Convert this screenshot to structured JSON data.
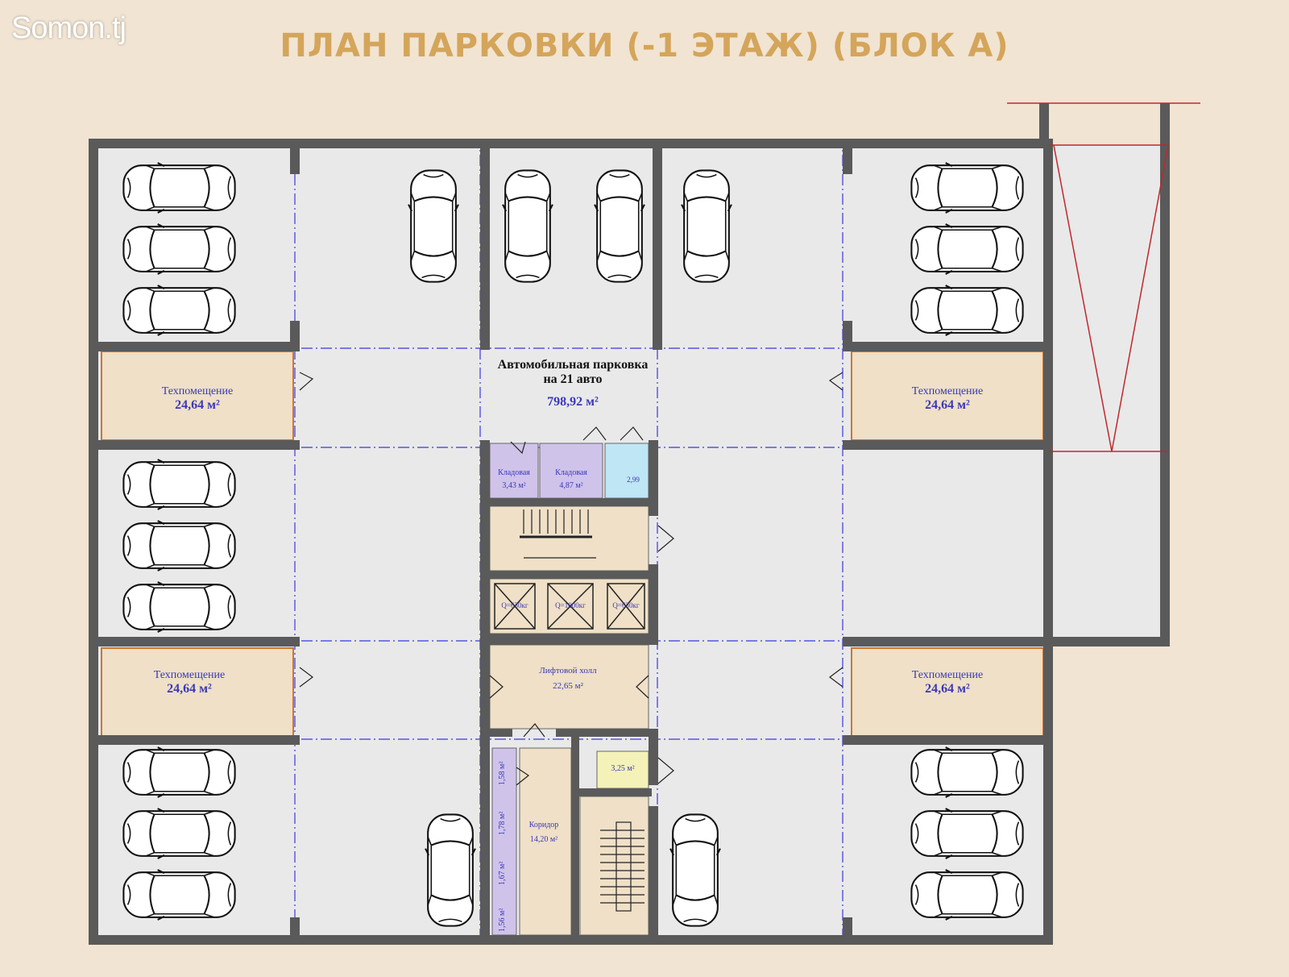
{
  "watermark": "Somon.tj",
  "title": "ПЛАН ПАРКОВКИ (-1 ЭТАЖ) (БЛОК А)",
  "colors": {
    "title": "#d4a55a",
    "background": "#f1e4d2",
    "wall": "#5a5a5a",
    "axis": "#3a37e0",
    "tech_room": "#efe0c7",
    "storage": "#cfc3ea",
    "bath": "#bfe6f5",
    "ramp_line": "#c0282b"
  },
  "parking": {
    "name_line1": "Автомобильная парковка",
    "name_line2": "на 21 авто",
    "area": "798,92 м²"
  },
  "rooms": {
    "tech_tl": {
      "name": "Техпомещение",
      "area": "24,64 м²"
    },
    "tech_tr": {
      "name": "Техпомещение",
      "area": "24,64 м²"
    },
    "tech_bl": {
      "name": "Техпомещение",
      "area": "24,64 м²"
    },
    "tech_br": {
      "name": "Техпомещение",
      "area": "24,64 м²"
    },
    "storage1": {
      "name": "Кладовая",
      "area": "3,43 м²"
    },
    "storage2": {
      "name": "Кладовая",
      "area": "4,87 м²"
    },
    "bath": {
      "area": "2,99"
    },
    "lift1": {
      "label": "Q=630кг"
    },
    "lift2": {
      "label": "Q=1000кг"
    },
    "lift3": {
      "label": "Q=630кг"
    },
    "lift_hall": {
      "name": "Лифтовой холл",
      "area": "22,65 м²"
    },
    "small_room": {
      "area": "3,25 м²"
    },
    "corridor": {
      "name": "Коридор",
      "area": "14,20 м²"
    },
    "cell1": {
      "area": "1,58 м²"
    },
    "cell2": {
      "area": "1,78 м²"
    },
    "cell3": {
      "area": "1,67 м²"
    },
    "cell4": {
      "area": "1,56 м²"
    }
  }
}
